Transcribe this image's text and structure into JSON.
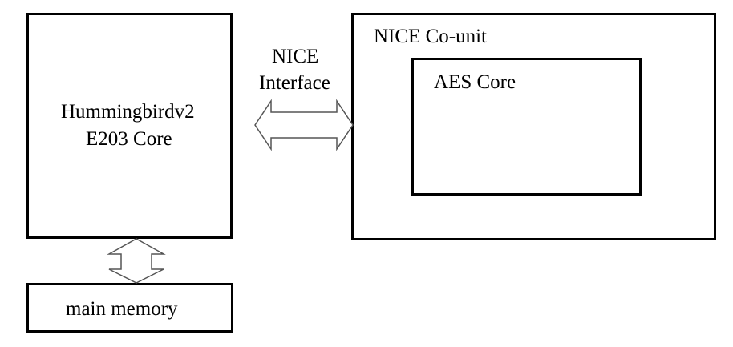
{
  "diagram": {
    "core_block": {
      "line1": "Hummingbirdv2",
      "line2": "E203 Core"
    },
    "interface_label": {
      "line1": "NICE",
      "line2": "Interface"
    },
    "counit_block": {
      "label": "NICE Co-unit"
    },
    "aes_block": {
      "label": "AES Core"
    },
    "memory_block": {
      "label": "main memory"
    }
  }
}
